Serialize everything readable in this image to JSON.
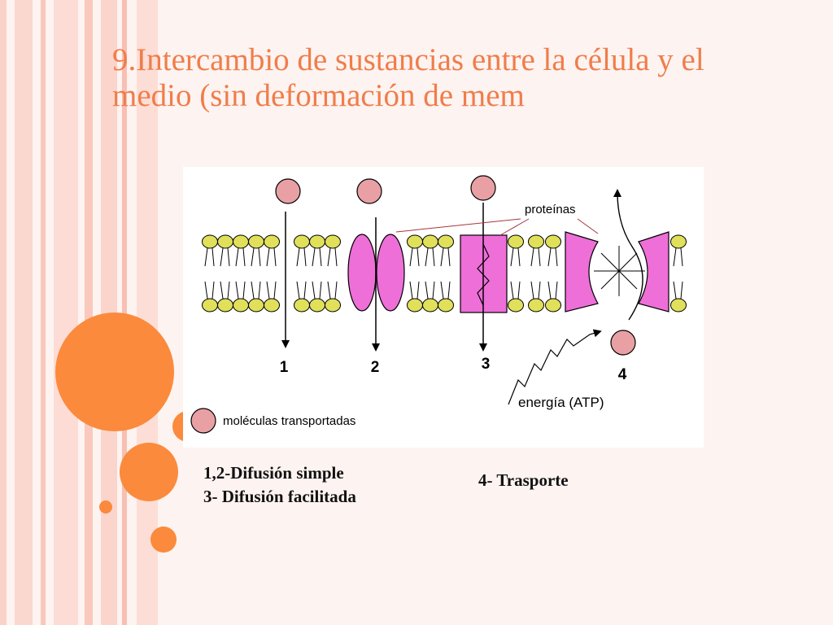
{
  "slide": {
    "title": "9.Intercambio de sustancias entre la célula y el medio (sin deformación de mem",
    "colors": {
      "background": "#fdf3f1",
      "title": "#f07d4a",
      "accent_orange": "#fb8a3c",
      "lipid_head": "#e0e05a",
      "protein": "#ee6fd8",
      "molecule": "#e9a0a4",
      "callout_line": "#a8343c"
    }
  },
  "diagram": {
    "labels": {
      "path_1": "1",
      "path_2": "2",
      "path_3": "3",
      "path_4": "4",
      "proteins": "proteínas",
      "energy": "energía (ATP)",
      "legend": "moléculas transportadas"
    }
  },
  "captions": {
    "line_1": "1,2-Difusión simple",
    "line_2": "3- Difusión facilitada",
    "line_3": "4- Trasporte"
  }
}
